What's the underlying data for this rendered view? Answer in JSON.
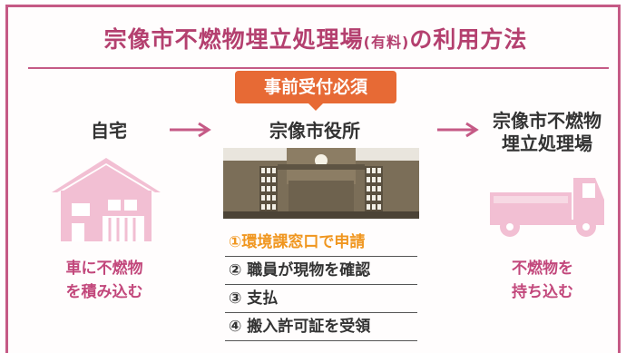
{
  "title": {
    "main": "宗像市不燃物埋立処理場",
    "note": "(有料)",
    "suffix": "の利用方法"
  },
  "stages": {
    "home": {
      "label": "自宅",
      "caption_line1": "車に不燃物",
      "caption_line2": "を積み込む"
    },
    "city_hall": {
      "label": "宗像市役所",
      "badge": "事前受付必須"
    },
    "landfill": {
      "label_line1": "宗像市不燃物",
      "label_line2": "埋立処理場",
      "caption_line1": "不燃物を",
      "caption_line2": "持ち込む"
    }
  },
  "steps": [
    {
      "text": "①環境課窓口で申請"
    },
    {
      "text": "② 職員が現物を確認"
    },
    {
      "text": "③ 支払"
    },
    {
      "text": "④ 搬入許可証を受領"
    }
  ],
  "colors": {
    "accent": "#c55a86",
    "badge": "#e76a35",
    "highlight": "#f0961f",
    "icon_pink": "#f2bfd3"
  }
}
